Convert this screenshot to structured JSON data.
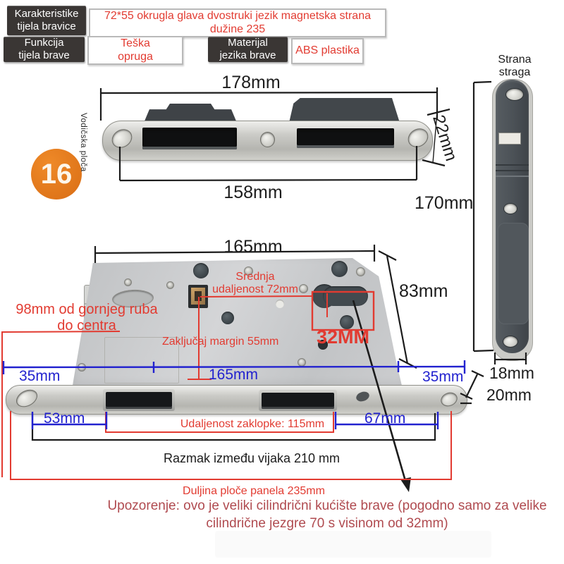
{
  "header": {
    "row1_label": "Karakteristike tijela bravice",
    "row1_value": "72*55 okrugla glava dvostruki jezik magnetska strana dužine 235",
    "row2_label": "Funkcija tijela brave",
    "row2_value": "Teška opruga",
    "row3_label": "Materijal jezika brave",
    "row3_value": "ABS plastika"
  },
  "badge": {
    "number": "16"
  },
  "strike_plate": {
    "side_label": "Vodičska ploča",
    "width": "178mm",
    "holes_distance": "158mm",
    "height": "22mm"
  },
  "back_plate": {
    "title": "Strana straga",
    "length": "170mm",
    "width": "18mm",
    "plate_thickness": "20mm"
  },
  "lock_body": {
    "width": "165mm",
    "height": "83mm",
    "center_distance": "Srednja udaljenost 72mm",
    "top_offset": "98mm od gornjeg ruba do centra",
    "lock_margin": "Zaključaj margin 55mm",
    "cylinder_size": "32MM"
  },
  "faceplate": {
    "left_margin": "35mm",
    "body_width": "165mm",
    "right_margin": "35mm",
    "left_offset": "53mm",
    "right_offset": "67mm",
    "latch_distance": "Udaljenost zaklopke: 115mm",
    "screw_distance": "Razmak između vijaka 210 mm",
    "panel_length": "Duljina ploče panela 235mm"
  },
  "warning": "Upozorenje: ovo je veliki cilindrični kućište brave (pogodno samo za velike cilindrične jezgre 70 s visinom od 32mm)",
  "colors": {
    "red": "#e23b31",
    "blue": "#2222cf",
    "maroon": "#b04b50",
    "orange": "#e2771e"
  }
}
